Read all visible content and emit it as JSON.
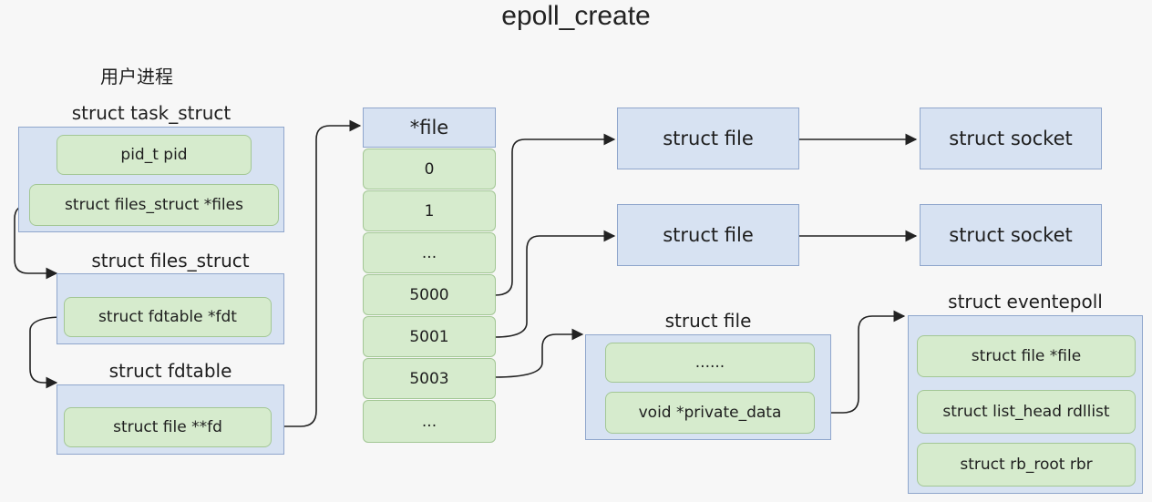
{
  "title": "epoll_create",
  "process": {
    "heading": "用户进程",
    "task_struct": {
      "label": "struct task_struct",
      "fields": [
        "pid_t pid",
        "struct files_struct *files"
      ]
    },
    "files_struct": {
      "label": "struct files_struct",
      "fields": [
        "struct fdtable *fdt"
      ]
    },
    "fdtable": {
      "label": "struct fdtable",
      "fields": [
        "struct file **fd"
      ]
    }
  },
  "fd_array": {
    "header": "*file",
    "cells": [
      "0",
      "1",
      "...",
      "5000",
      "5001",
      "5003",
      "..."
    ]
  },
  "files": [
    {
      "label": "struct file",
      "target": "struct socket"
    },
    {
      "label": "struct file",
      "target": "struct socket"
    }
  ],
  "epoll_file": {
    "label": "struct file",
    "fields": [
      "......",
      "void *private_data"
    ]
  },
  "eventpoll": {
    "label": "struct eventepoll",
    "fields": [
      "struct file *file",
      "struct list_head rdllist",
      "struct rb_root rbr"
    ]
  }
}
